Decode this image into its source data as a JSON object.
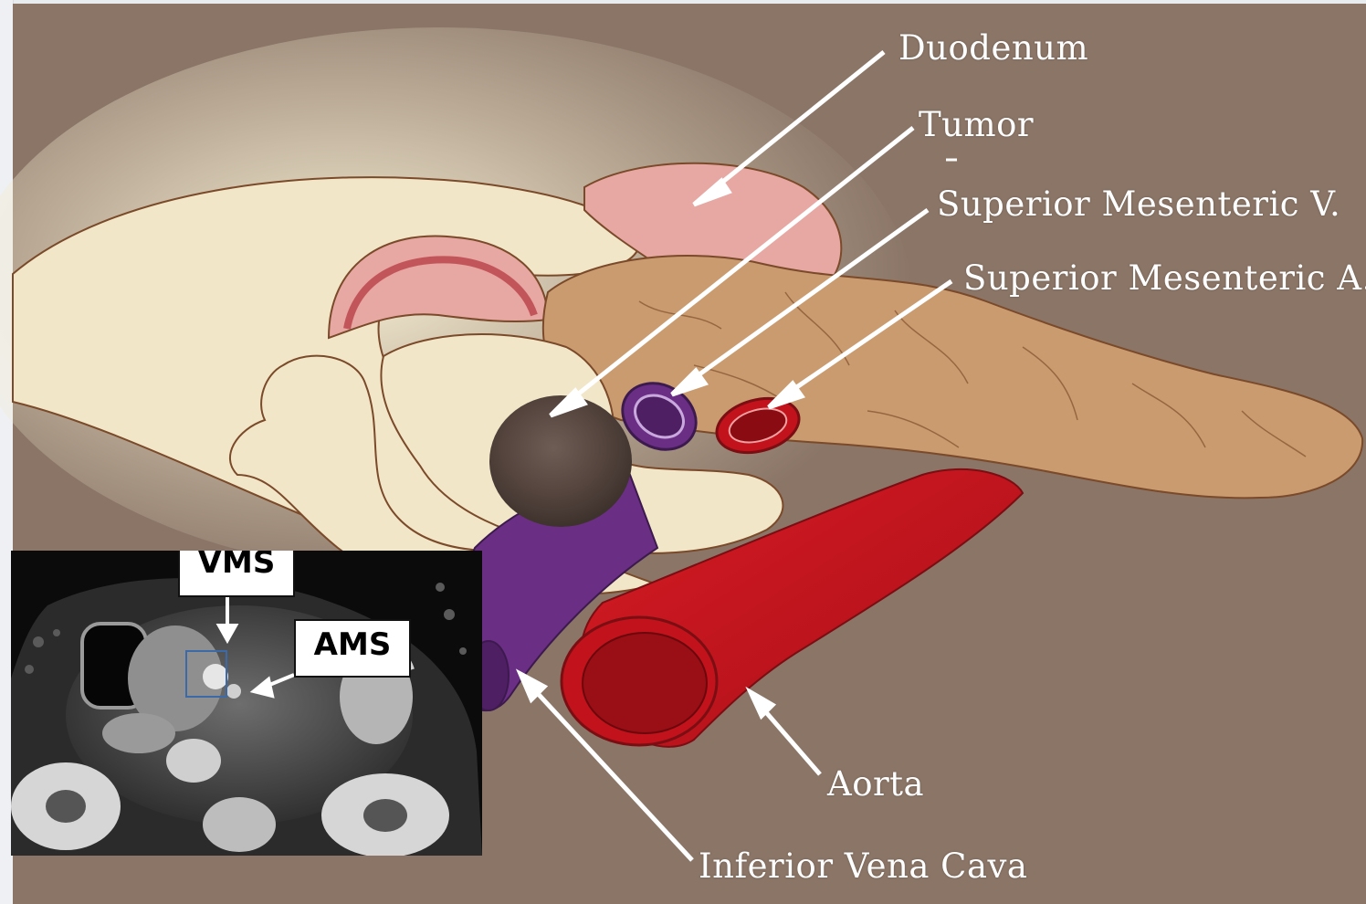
{
  "labels": {
    "duodenum": "Duodenum",
    "tumor": "Tumor",
    "smv": "Superior Mesenteric V.",
    "sma": "Superior Mesenteric A.",
    "aorta": "Aorta",
    "ivc": "Inferior Vena Cava"
  },
  "ct_inset": {
    "vms": "VMS",
    "ams": "AMS"
  },
  "colors": {
    "background": "#8a7567",
    "pancreas": "#c99b6f",
    "duodenum": "#e7a7a2",
    "mesentery": "#f1e6c7",
    "aorta": "#c2121c",
    "vein": "#6a2e85",
    "tumor": "#5a4a43",
    "arrows": "#ffffff"
  }
}
